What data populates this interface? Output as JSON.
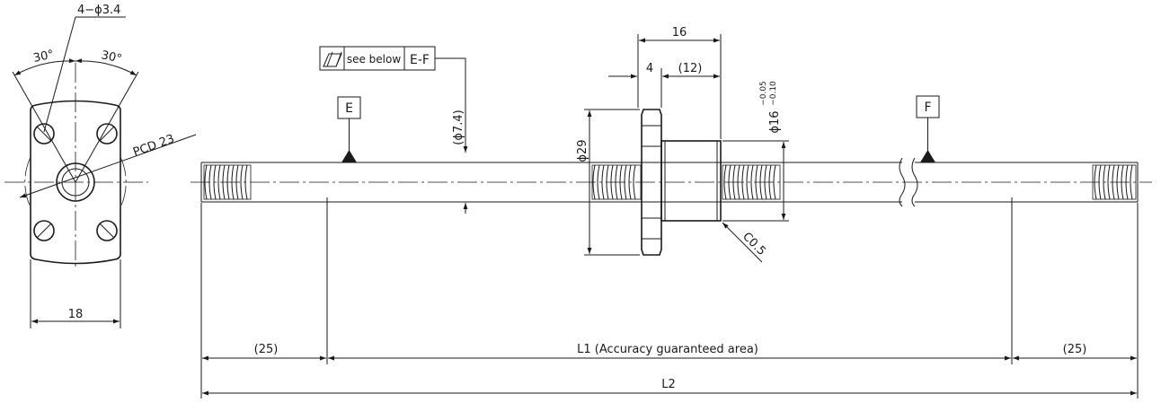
{
  "labels": {
    "hole_spec": "4−ϕ3.4",
    "angle_left": "30°",
    "angle_right": "30°",
    "pcd": "PCD 23",
    "flat_width": "18",
    "runout_note": "see below",
    "runout_ref": "E-F",
    "datum_e": "E",
    "datum_f": "F",
    "journal_dia": "(ϕ7.4)",
    "flange_dia": "ϕ29",
    "nut_dia": "ϕ16",
    "nut_tol_upper": "−0.05",
    "nut_tol_lower": "−0.10",
    "nut_len": "16",
    "flange_thk": "4",
    "body_len": "(12)",
    "chamfer": "C0.5",
    "end_left": "(25)",
    "end_right": "(25)",
    "l1": "L1 (Accuracy guaranteed area)",
    "l2": "L2"
  }
}
